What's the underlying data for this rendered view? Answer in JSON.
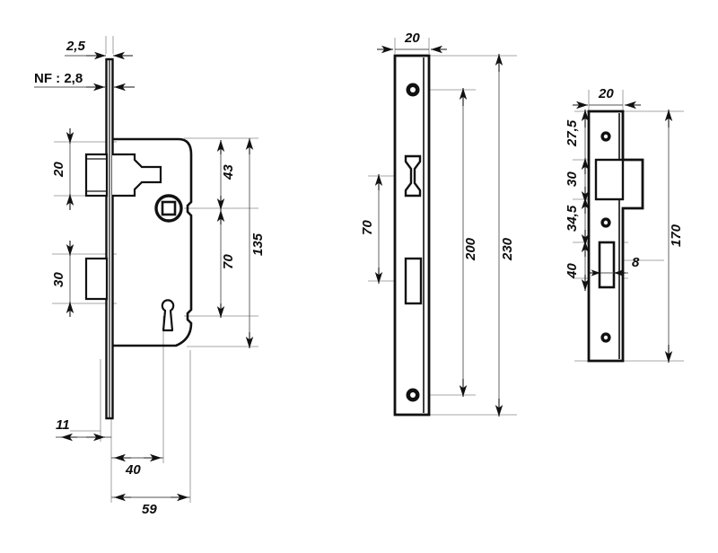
{
  "drawing": {
    "title": "Mortise lock dimensioned drawing",
    "units": "mm",
    "line_color": "#111111",
    "dim_line_color": "#555555",
    "background": "#ffffff"
  },
  "views": {
    "side": {
      "name": "side-section-view",
      "dimensions": {
        "faceplate_thickness": "2,5",
        "norm_note": "NF : 2,8",
        "latch_height": "20",
        "deadbolt_height": "30",
        "latch_to_spindle": "43",
        "spindle_to_keyhole": "70",
        "case_height": "135",
        "case_offset": "11",
        "backset": "40",
        "total_depth": "59"
      }
    },
    "front": {
      "name": "faceplate-front-view",
      "dimensions": {
        "faceplate_width": "20",
        "latch_center": "70",
        "hole_to_hole": "200",
        "faceplate_length": "230"
      }
    },
    "strike": {
      "name": "strike-plate-view",
      "dimensions": {
        "plate_width": "20",
        "top_to_latch": "27,5",
        "latch_opening": "30",
        "latch_to_bolt": "34,5",
        "bolt_opening": "40",
        "bolt_slot_width": "8",
        "plate_length": "170"
      }
    }
  },
  "labels": {
    "d_2_5": "2,5",
    "d_nf": "NF : 2,8",
    "d_20_left": "20",
    "d_30_left": "30",
    "d_43": "43",
    "d_70_left": "70",
    "d_135": "135",
    "d_11": "11",
    "d_40_bottom": "40",
    "d_59": "59",
    "d_20_mid": "20",
    "d_70_mid": "70",
    "d_200": "200",
    "d_230": "230",
    "d_20_right": "20",
    "d_27_5": "27,5",
    "d_30_right": "30",
    "d_34_5": "34,5",
    "d_40_right": "40",
    "d_8": "8",
    "d_170": "170"
  }
}
